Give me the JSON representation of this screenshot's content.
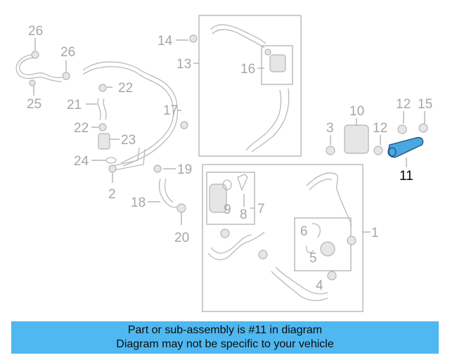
{
  "callouts": {
    "c1": "1",
    "c2": "2",
    "c3": "3",
    "c4": "4",
    "c5": "5",
    "c6": "6",
    "c7": "7",
    "c8": "8",
    "c9": "9",
    "c10": "10",
    "c11": "11",
    "c12a": "12",
    "c12b": "12",
    "c13": "13",
    "c14": "14",
    "c15": "15",
    "c16": "16",
    "c17": "17",
    "c18": "18",
    "c19": "19",
    "c20": "20",
    "c21": "21",
    "c22a": "22",
    "c22b": "22",
    "c23": "23",
    "c24": "24",
    "c25": "25",
    "c26a": "26",
    "c26b": "26"
  },
  "highlight": {
    "part_number": "11",
    "color": "#4aa8e0"
  },
  "banner": {
    "line1": "Part or sub-assembly is #11 in diagram",
    "line2": "Diagram may not be specific to your vehicle",
    "color": "#4fb8f0"
  }
}
